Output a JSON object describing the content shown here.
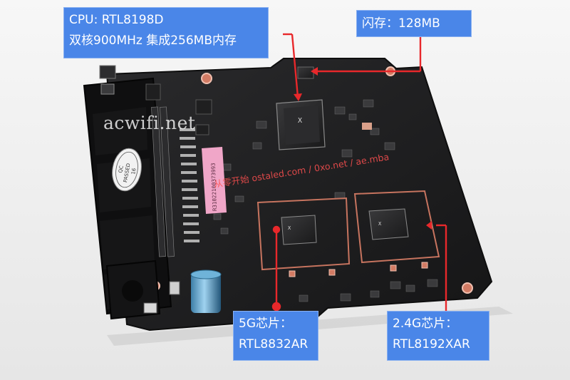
{
  "callouts": {
    "cpu": {
      "line1": "CPU: RTL8198D",
      "line2": "双核900MHz 集成256MB内存"
    },
    "flash": {
      "label": "闪存：128MB"
    },
    "chip_5g": {
      "line1": "5G芯片：",
      "line2": "RTL8832AR"
    },
    "chip_24g": {
      "line1": "2.4G芯片：",
      "line2": "RTL8192XAR"
    }
  },
  "watermarks": {
    "site": "acwifi.net",
    "forum": "从零开始 ostaled.com / 0xo.net / ae.mba"
  },
  "sticker": {
    "text": "R31022100373993"
  },
  "qc_seal": {
    "line1": "QC",
    "line2": "PASSED",
    "line3": "16"
  },
  "colors": {
    "callout_blue": "#4a86e8",
    "arrow_red": "#e8282b",
    "pcb_black": "#1c1c1e",
    "rf_shield_copper": "#c7745f",
    "sticker_pink": "#f0a6c8"
  }
}
